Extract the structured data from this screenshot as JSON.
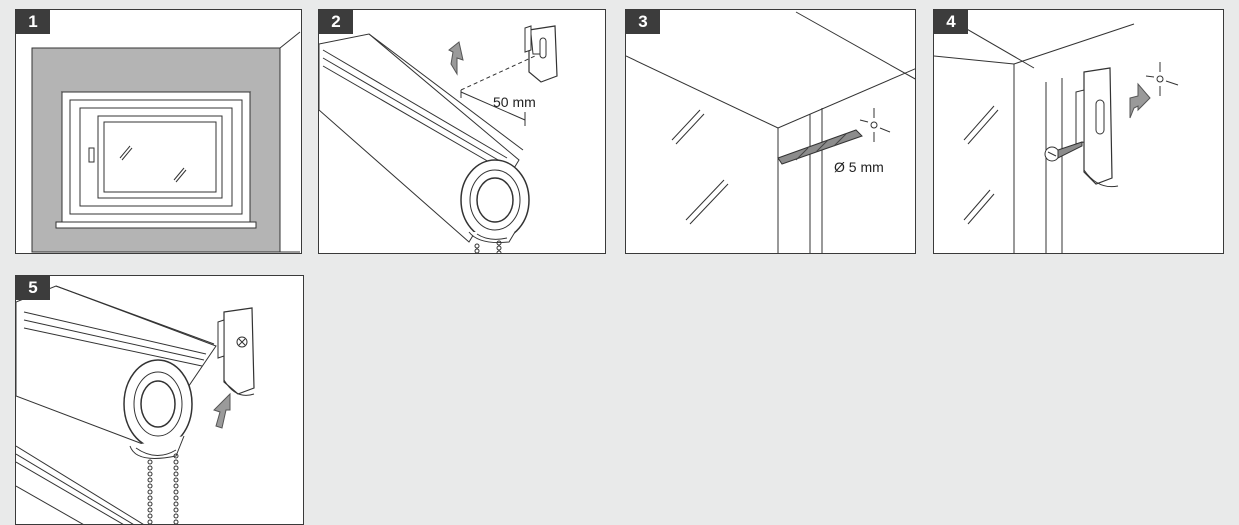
{
  "steps": [
    {
      "number": "1"
    },
    {
      "number": "2",
      "label": "50 mm"
    },
    {
      "number": "3",
      "label": "Ø 5 mm"
    },
    {
      "number": "4"
    },
    {
      "number": "5"
    }
  ],
  "colors": {
    "page_background": "#e9eaea",
    "panel_background": "#ffffff",
    "badge_background": "#3c3c3c",
    "badge_text": "#ffffff",
    "wall_grey": "#b4b4b4",
    "arrow_grey": "#9a9a9a",
    "line": "#333333"
  }
}
